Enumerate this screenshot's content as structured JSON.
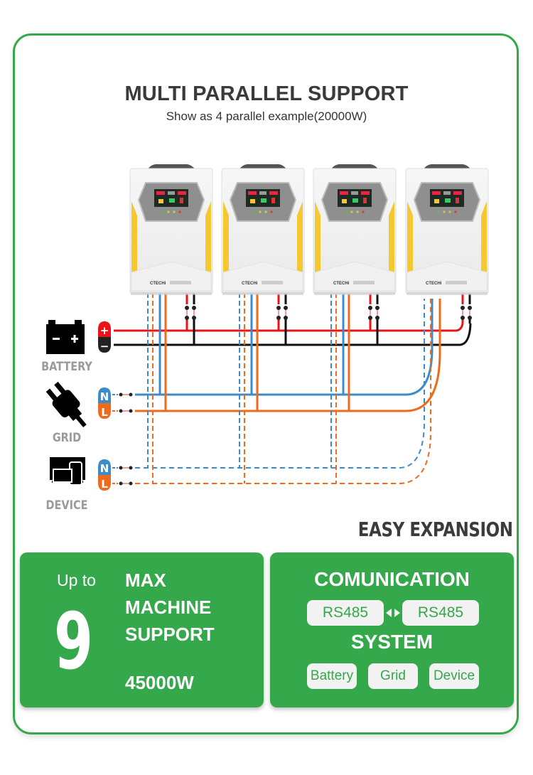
{
  "header": {
    "title": "MULTI PARALLEL SUPPORT",
    "subtitle": "Show as 4 parallel example(20000W)"
  },
  "diagram": {
    "inverter_count": 4,
    "inverter_brand": "CTECHi",
    "sources": [
      {
        "name": "battery",
        "label": "BATTERY",
        "terminals": [
          "+",
          "−"
        ]
      },
      {
        "name": "grid",
        "label": "GRID",
        "terminals": [
          "N",
          "L"
        ]
      },
      {
        "name": "device",
        "label": "DEVICE",
        "terminals": [
          "N",
          "L"
        ]
      }
    ],
    "colors": {
      "frame": "#35a84a",
      "battery_positive": "#e8141b",
      "battery_negative": "#111111",
      "neutral": "#3d8bc9",
      "live": "#ee6a1d",
      "card_green": "#34a84a",
      "panel_yellow": "#f5c830"
    }
  },
  "tagline": "EASY EXPANSION",
  "card_left": {
    "prefix": "Up to",
    "number": "9",
    "lines": [
      "MAX",
      "MACHINE",
      "SUPPORT"
    ],
    "power": "45000W"
  },
  "card_right": {
    "title": "COMUNICATION",
    "protocol_a": "RS485",
    "protocol_b": "RS485",
    "system_title": "SYSTEM",
    "items": [
      "Battery",
      "Grid",
      "Device"
    ]
  }
}
